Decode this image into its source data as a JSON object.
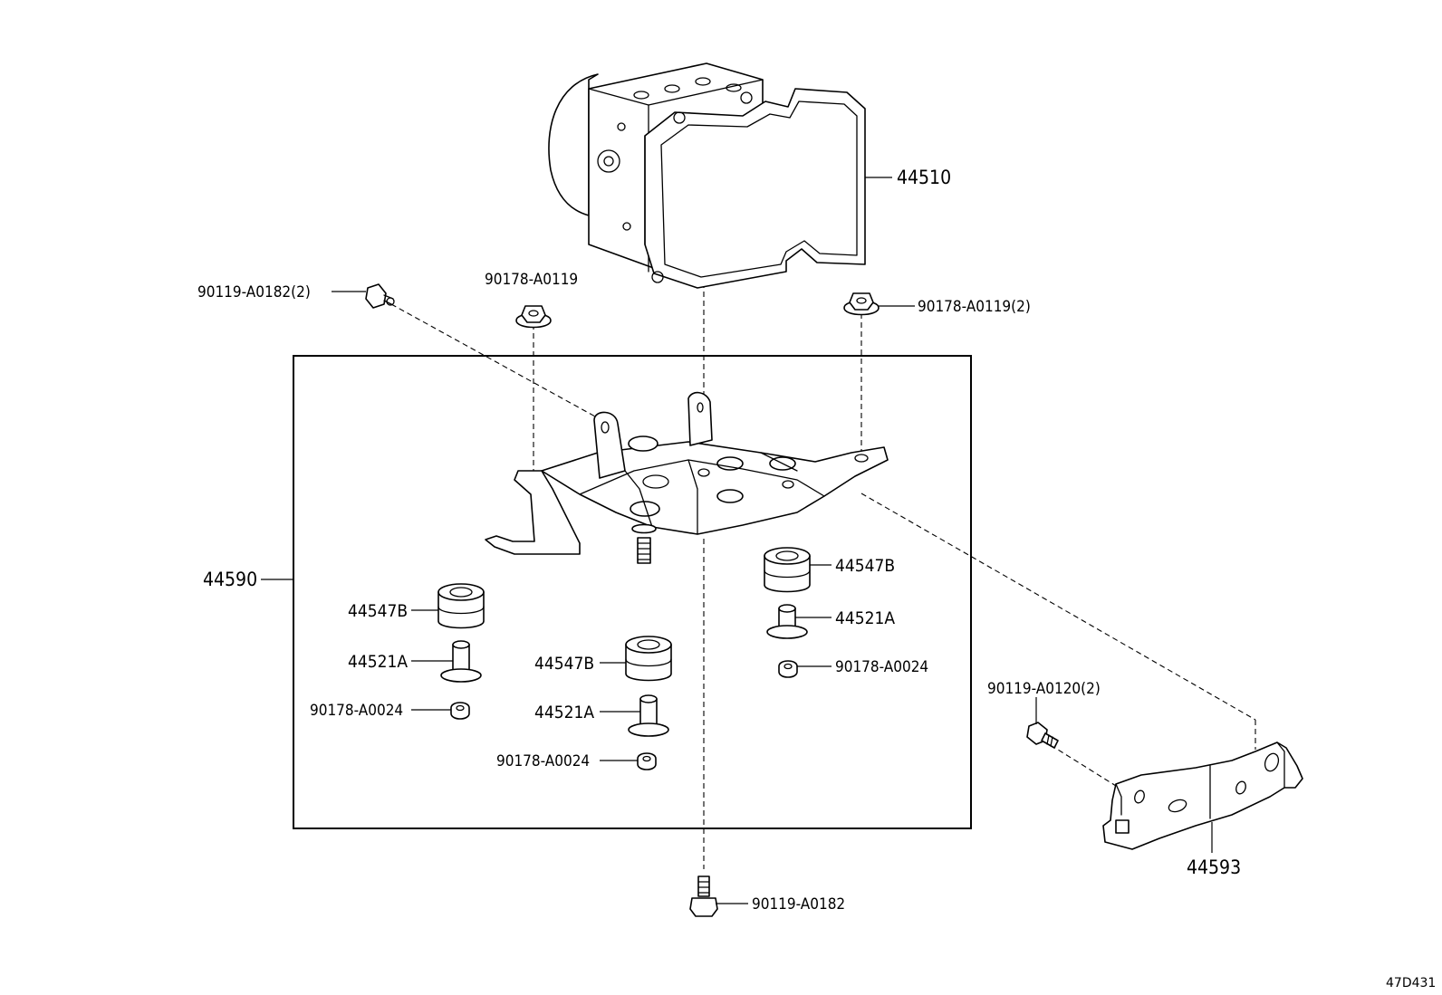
{
  "diagram_id": "47D431",
  "labels": {
    "actuator": "44510",
    "bolt_top_left": "90119-A0182(2)",
    "nut_top_center": "90178-A0119",
    "nut_top_right": "90178-A0119(2)",
    "bracket_assy": "44590",
    "cushion_right": "44547B",
    "collar_right": "44521A",
    "nut_right": "90178-A0024",
    "cushion_left": "44547B",
    "collar_left": "44521A",
    "nut_left": "90178-A0024",
    "cushion_center": "44547B",
    "collar_center": "44521A",
    "nut_center": "90178-A0024",
    "bolt_right": "90119-A0120(2)",
    "bracket_sub": "44593",
    "bolt_bottom": "90119-A0182"
  }
}
